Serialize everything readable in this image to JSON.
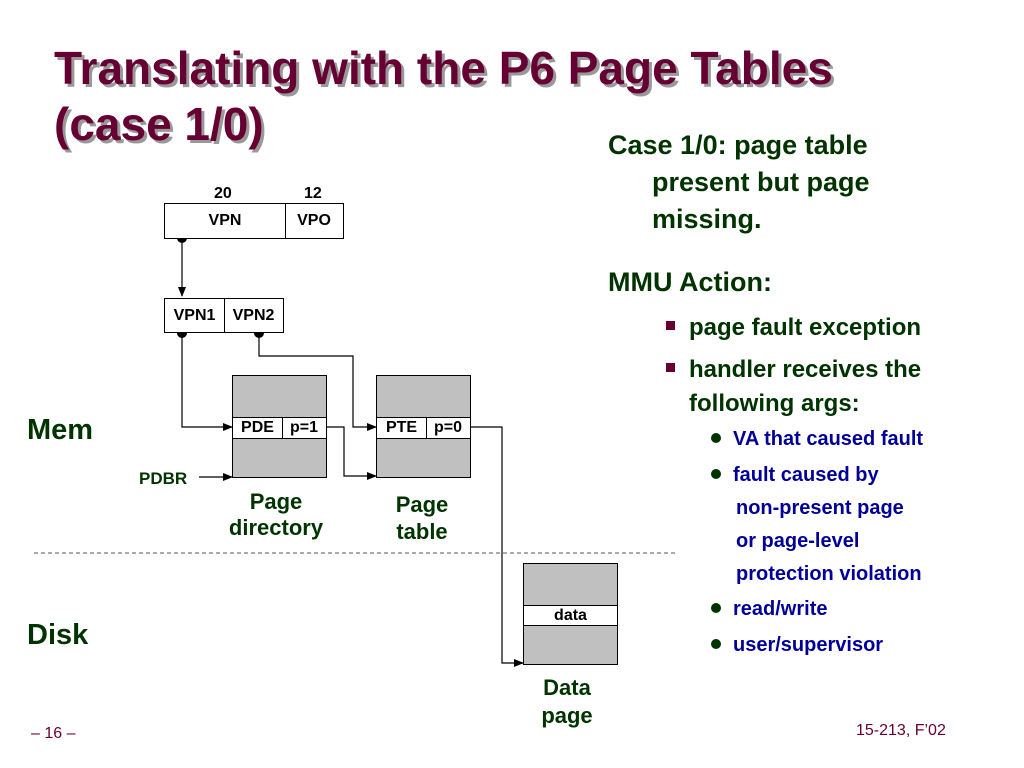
{
  "slide": {
    "title_line1": "Translating with the P6 Page Tables",
    "title_line2": "(case 1/0)",
    "footer_left": "– 16 –",
    "footer_right": "15-213, F’02"
  },
  "diagram": {
    "vpn_bits": "20",
    "vpo_bits": "12",
    "vpn": "VPN",
    "vpo": "VPO",
    "vpn1": "VPN1",
    "vpn2": "VPN2",
    "pde": "PDE",
    "pde_flag": "p=1",
    "pte": "PTE",
    "pte_flag": "p=0",
    "pdbr": "PDBR",
    "mem": "Mem",
    "disk": "Disk",
    "page_directory": [
      "Page",
      "directory"
    ],
    "page_table": [
      "Page",
      "table"
    ],
    "data": "data",
    "data_page": [
      "Data",
      "page"
    ]
  },
  "sidebar": {
    "case_lines": [
      "Case 1/0: page table",
      "present but page",
      "missing."
    ],
    "mmu_heading": "MMU Action:",
    "bullet1": "page fault exception",
    "bullet2_lines": [
      "handler receives the",
      "following args:"
    ],
    "sub1": "VA that caused fault",
    "sub2_lines": [
      "fault caused by",
      "non-present page",
      "or page-level",
      "protection violation"
    ],
    "sub3": "read/write",
    "sub4": "user/supervisor"
  }
}
